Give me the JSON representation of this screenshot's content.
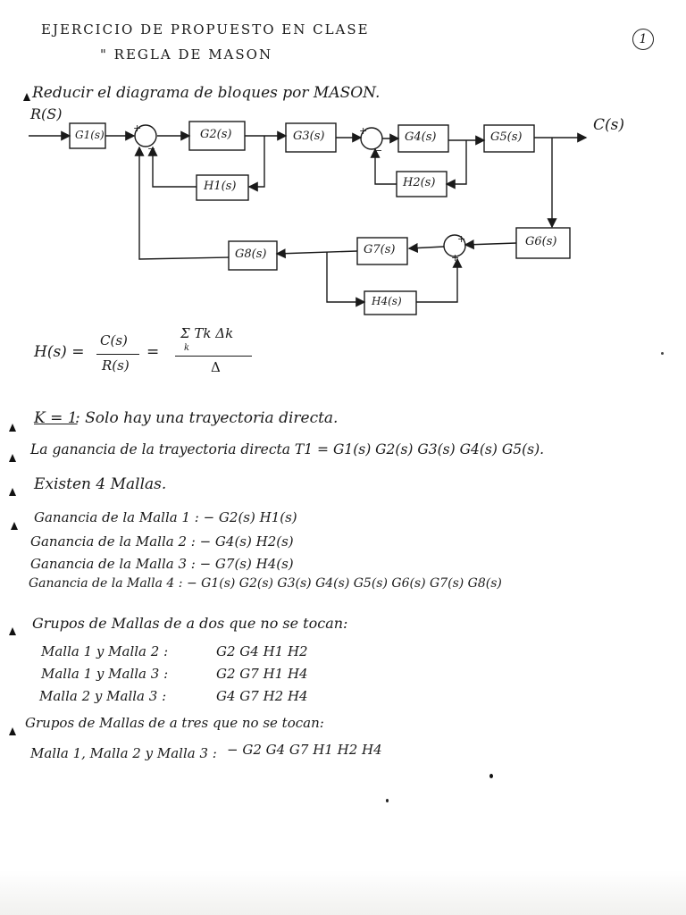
{
  "header": {
    "title_line1": "EJERCICIO DE PROPUESTO EN CLASE",
    "title_line2": "\" REGLA DE MASON",
    "page_number": "1"
  },
  "instruction": "Reducir el diagrama de bloques por MASON.",
  "diagram": {
    "input_label": "R(S)",
    "output_label": "C(s)",
    "blocks": {
      "g1": "G1(s)",
      "g2": "G2(s)",
      "g3": "G3(s)",
      "g4": "G4(s)",
      "g5": "G5(s)",
      "g6": "G6(s)",
      "g7": "G7(s)",
      "g8": "G8(s)",
      "h1": "H1(s)",
      "h2": "H2(s)",
      "h4": "H4(s)"
    }
  },
  "formula": {
    "lhs": "H(s) =",
    "num": "C(s)",
    "den": "R(s)",
    "eq": "=",
    "sum_num": "Σ Tk Δk",
    "sum_sub": "k",
    "sum_den": "Δ"
  },
  "lines": {
    "k_label": "K = 1",
    "k_text": ": Solo hay una trayectoria directa.",
    "path_gain": "La ganancia de la trayectoria directa  T1 =  G1(s) G2(s) G3(s) G4(s) G5(s).",
    "loops_exist": "Existen  4  Mallas.",
    "loop1": "Ganancia de la Malla 1 :  − G2(s) H1(s)",
    "loop2": "Ganancia de la Malla 2 :  − G4(s) H2(s)",
    "loop3": "Ganancia de la Malla 3 :  − G7(s) H4(s)",
    "loop4": "Ganancia de la Malla 4 :  − G1(s) G2(s) G3(s) G4(s) G5(s) G6(s) G7(s) G8(s)",
    "pairs_title": "Grupos de Mallas de a dos que no se tocan:",
    "pair1_label": "Malla 1  y  Malla 2 :",
    "pair1_value": "G2 G4 H1 H2",
    "pair2_label": "Malla 1  y  Malla 3 :",
    "pair2_value": "G2 G7 H1 H4",
    "pair3_label": "Malla 2  y  Malla 3 :",
    "pair3_value": "G4 G7 H2 H4",
    "triples_title": "Grupos de Mallas de a tres que no se tocan:",
    "triple_label": "Malla 1, Malla 2  y  Malla 3 :",
    "triple_value": "− G2 G4 G7 H1 H2 H4"
  }
}
